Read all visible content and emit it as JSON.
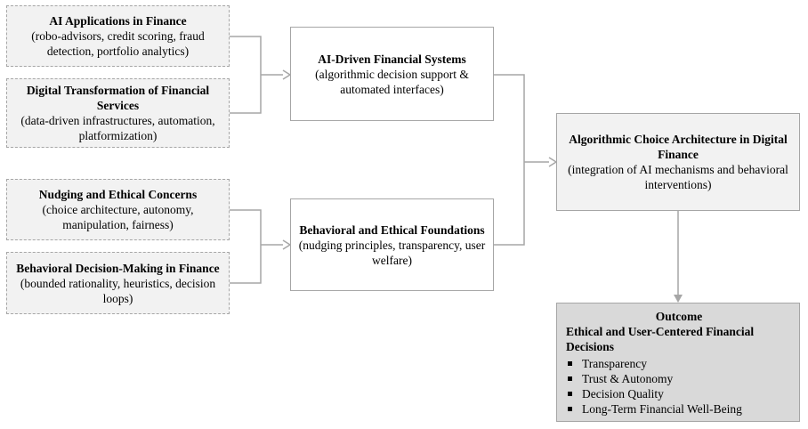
{
  "boxes": {
    "ai_apps": {
      "title": "AI Applications in Finance",
      "sub": "(robo-advisors, credit scoring, fraud detection, portfolio analytics)"
    },
    "digital": {
      "title": "Digital Transformation of Financial Services",
      "sub": "(data-driven infrastructures, automation, platformization)"
    },
    "nudging": {
      "title": "Nudging and Ethical Concerns",
      "sub": "(choice architecture, autonomy, manipulation, fairness)"
    },
    "behavioral_dm": {
      "title": "Behavioral Decision-Making in Finance",
      "sub": "(bounded rationality, heuristics, decision loops)"
    },
    "ai_systems": {
      "title": "AI-Driven Financial Systems",
      "sub": "(algorithmic decision support & automated interfaces)"
    },
    "behavioral_ethical": {
      "title": "Behavioral and Ethical Foundations",
      "sub": "(nudging principles, transparency, user welfare)"
    },
    "architecture": {
      "title": "Algorithmic Choice Architecture in Digital Finance",
      "sub": "(integration of AI mechanisms and behavioral interventions)"
    },
    "outcome": {
      "title": "Outcome",
      "subtitle": "Ethical and User-Centered Financial Decisions",
      "items": [
        "Transparency",
        "Trust & Autonomy",
        "Decision Quality",
        "Long-Term Financial Well-Being"
      ]
    }
  },
  "colors": {
    "connector": "#a6a6a6",
    "box_fill": "#f2f2f2",
    "outcome_fill": "#d9d9d9"
  }
}
